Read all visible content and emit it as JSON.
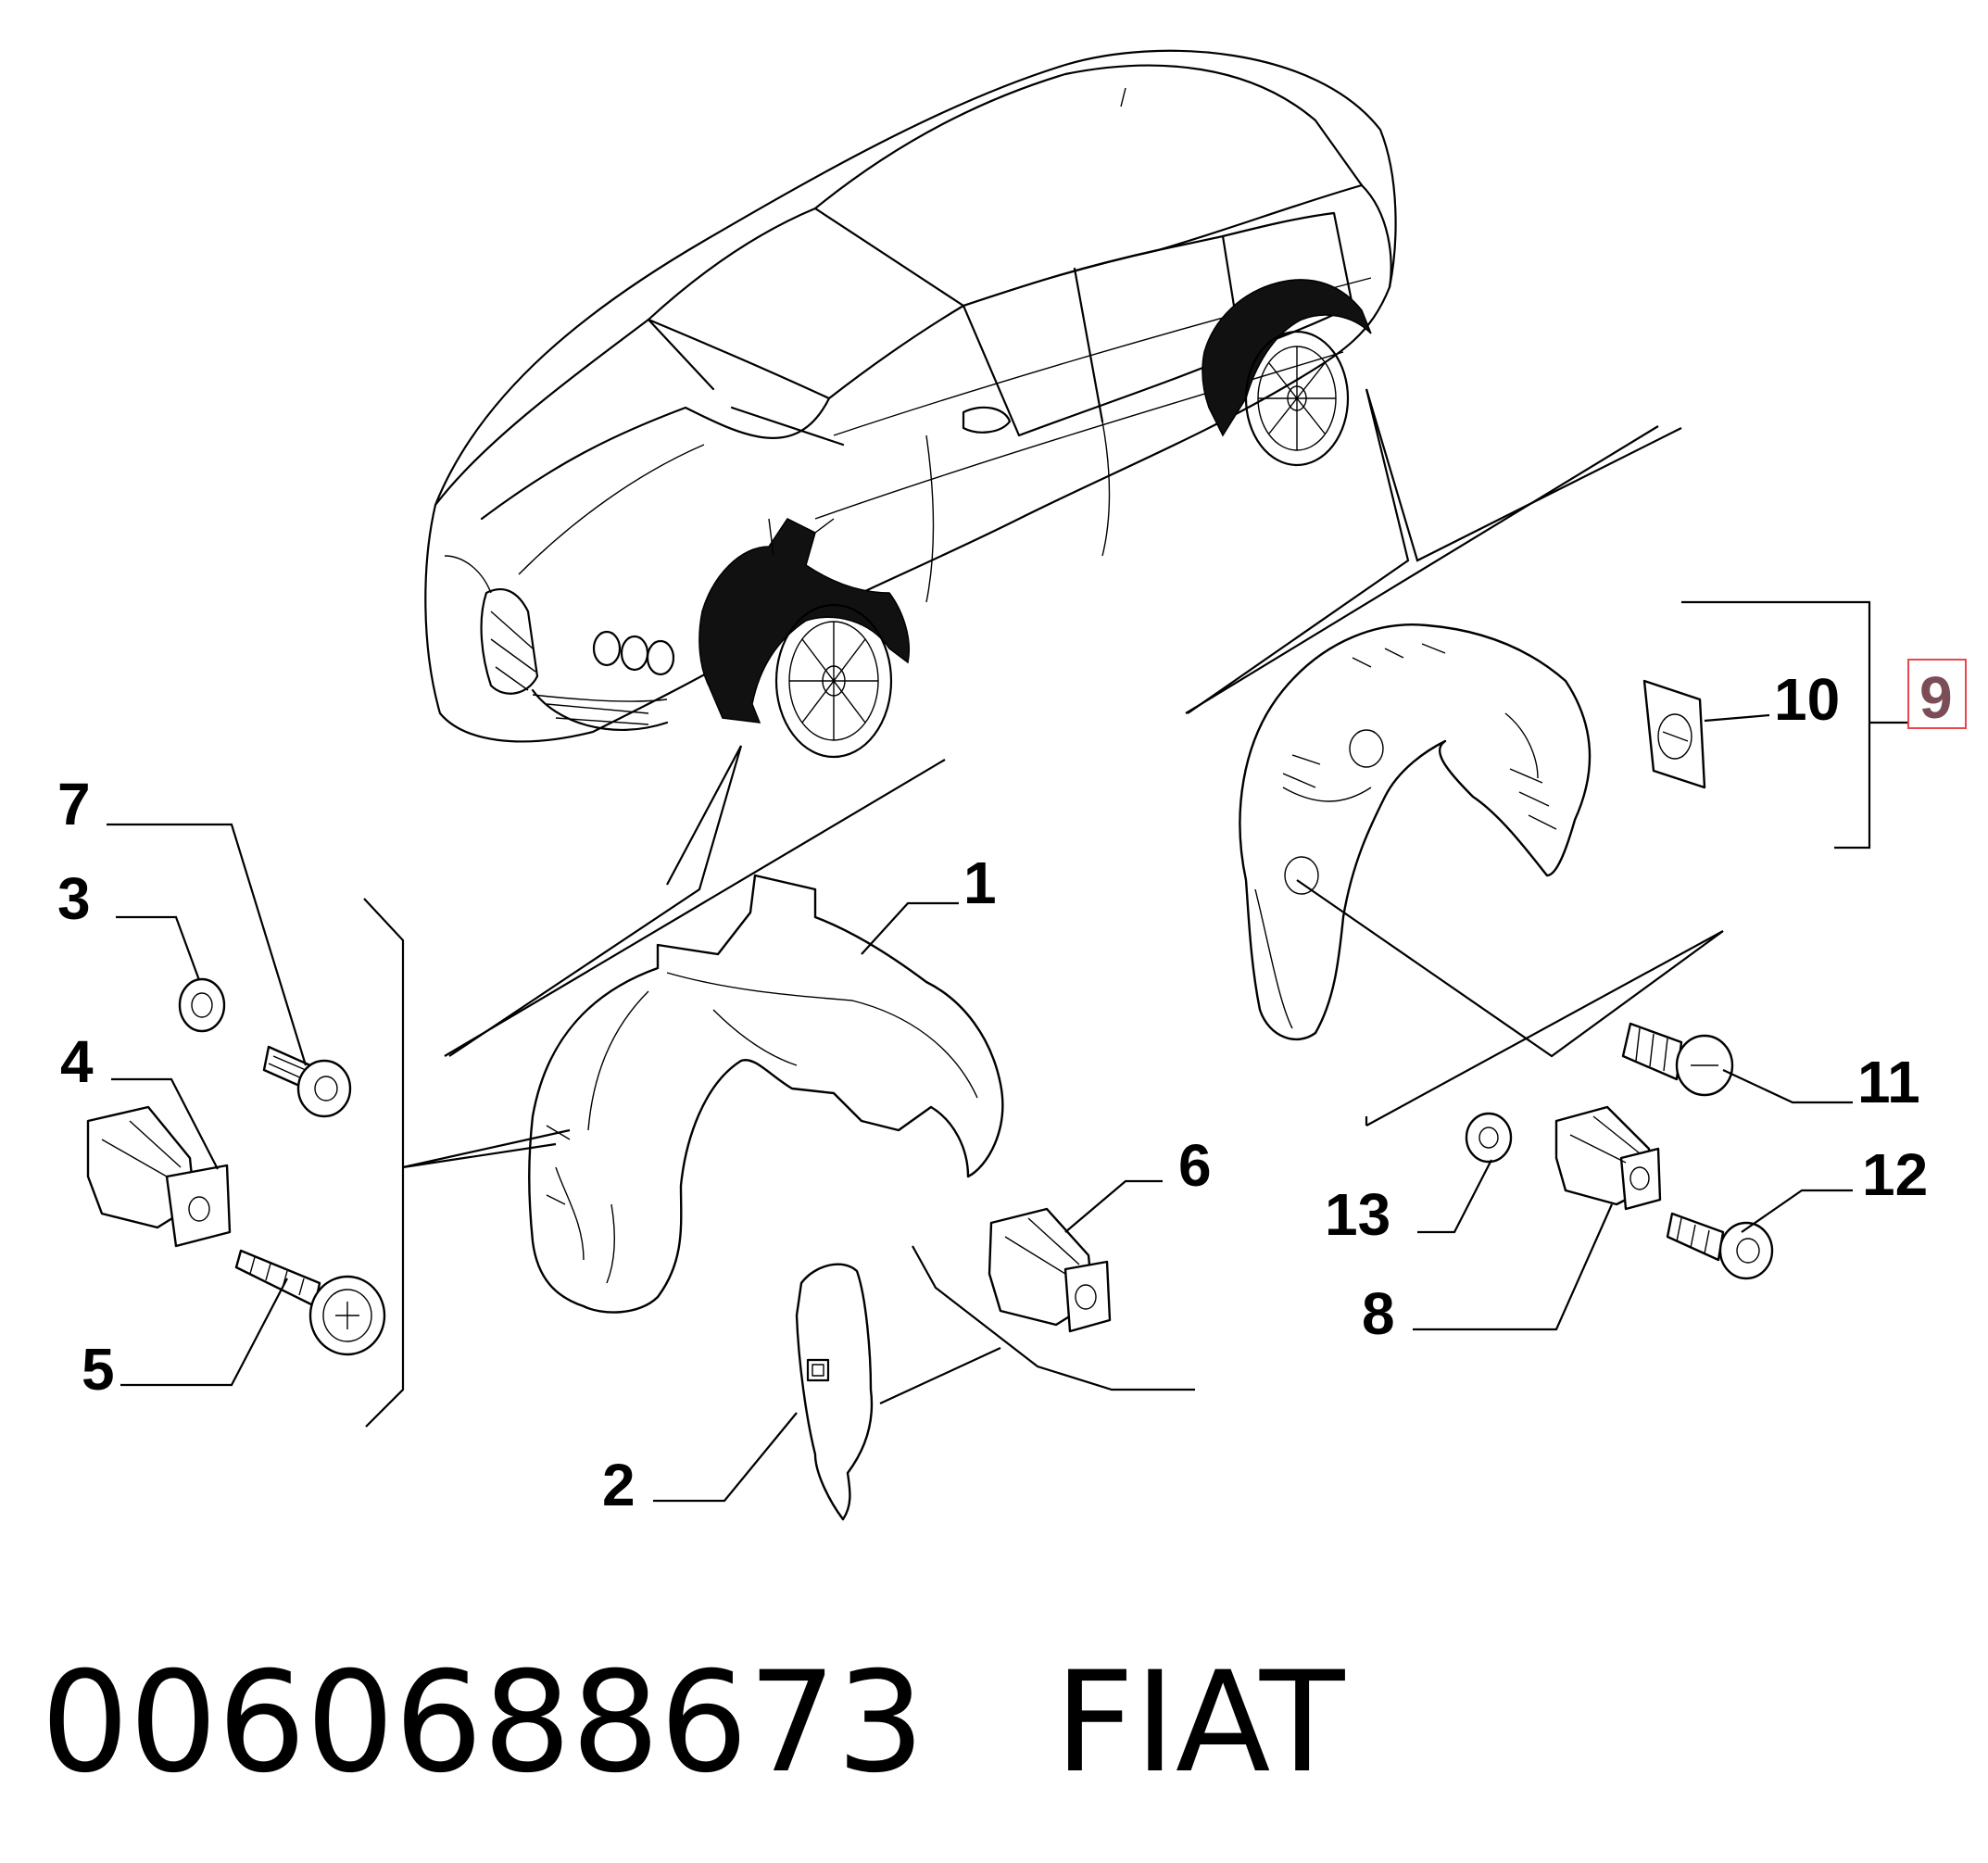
{
  "diagram": {
    "callouts": [
      "1",
      "2",
      "3",
      "4",
      "5",
      "6",
      "7",
      "8",
      "9",
      "10",
      "11",
      "12",
      "13"
    ],
    "highlighted_callout": "9",
    "highlight_color": "#e8474e",
    "highlight_text_color": "#7a4d57"
  },
  "footer": {
    "part_number": "0060688673",
    "brand": "FIAT"
  }
}
